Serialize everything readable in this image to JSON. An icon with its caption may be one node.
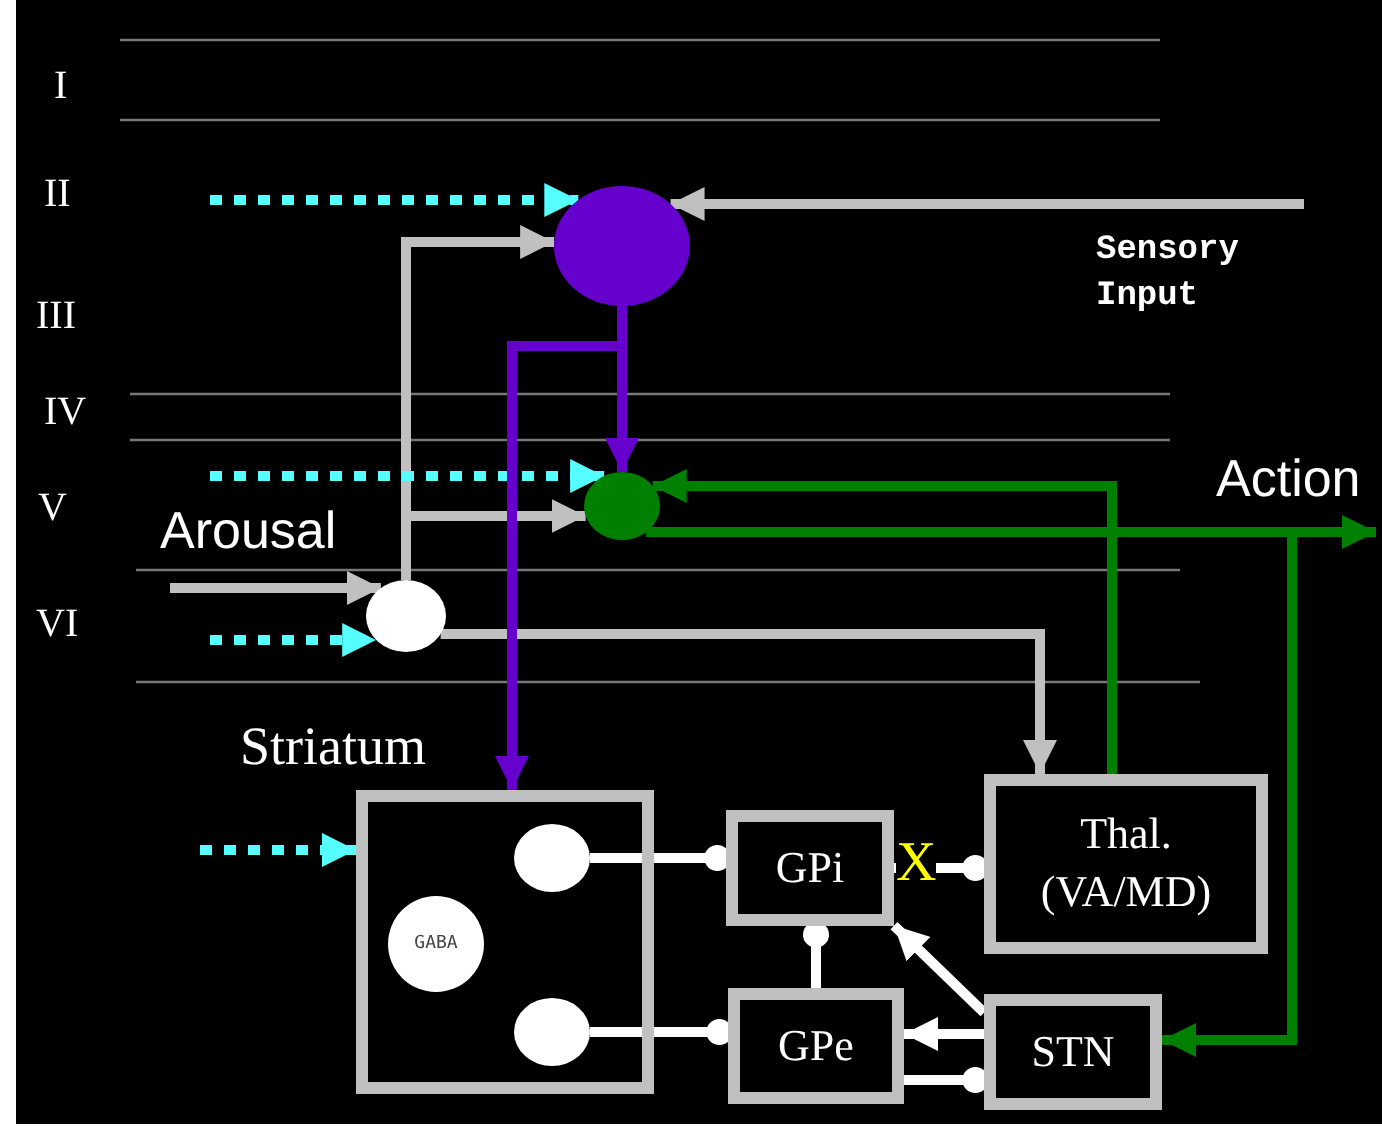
{
  "diagram": {
    "nodes": [
      {
        "text": [],
        "shape": "circle"
      },
      {
        "text": [],
        "shape": "circle"
      },
      {
        "text": [],
        "shape": "circle"
      },
      {
        "text": [
          "Striatum"
        ]
      },
      {
        "text": [],
        "shape": "circle",
        "in": 3
      },
      {
        "text": [
          "GABA"
        ],
        "in": 3
      },
      {
        "text": [],
        "shape": "circle",
        "in": 3
      },
      {
        "text": [
          "GPi"
        ]
      },
      {
        "text": [
          "GPe"
        ]
      },
      {
        "text": [
          "Thal. (VA/MD)"
        ]
      },
      {
        "text": [
          "STN"
        ]
      }
    ],
    "edges": [
      {
        "from": null,
        "to": 0,
        "arrow": "to",
        "style": "dashed",
        "color": "#55ffff"
      },
      {
        "from": null,
        "to": 0,
        "arrow": "to",
        "label": "Sensory Input",
        "color": "#c0c0c0"
      },
      {
        "from": 2,
        "to": 0,
        "arrow": "to",
        "color": "#c0c0c0"
      },
      {
        "from": 2,
        "to": 1,
        "arrow": "to",
        "color": "#c0c0c0"
      },
      {
        "from": 2,
        "to": 9,
        "arrow": "to",
        "color": "#c0c0c0"
      },
      {
        "from": null,
        "to": 2,
        "arrow": "to",
        "label": "Arousal",
        "color": "#c0c0c0"
      },
      {
        "from": null,
        "to": 1,
        "arrow": "to",
        "style": "dashed",
        "color": "#55ffff"
      },
      {
        "from": null,
        "to": 2,
        "arrow": "to",
        "style": "dashed",
        "color": "#55ffff"
      },
      {
        "from": null,
        "to": 3,
        "arrow": "to",
        "style": "dashed",
        "color": "#55ffff"
      },
      {
        "from": 0,
        "to": 1,
        "arrow": "to",
        "color": "#6600cc"
      },
      {
        "from": 0,
        "to": 3,
        "arrow": "to",
        "color": "#6600cc"
      },
      {
        "from": 9,
        "to": 1,
        "arrow": "to",
        "color": "#008000"
      },
      {
        "from": 1,
        "to": null,
        "arrow": "to",
        "label": "Action",
        "color": "#008000"
      },
      {
        "from": 1,
        "to": 10,
        "arrow": "to",
        "color": "#008000"
      },
      {
        "from": 4,
        "to": 7,
        "arrow": "other"
      },
      {
        "from": 6,
        "to": 8,
        "arrow": "other"
      },
      {
        "from": 8,
        "to": 7,
        "arrow": "other"
      },
      {
        "from": 7,
        "to": 9,
        "arrow": "other"
      },
      {
        "from": 10,
        "to": 7,
        "arrow": "to"
      },
      {
        "from": 10,
        "to": 8,
        "arrow": "to"
      },
      {
        "from": 8,
        "to": 10,
        "arrow": "other"
      }
    ],
    "labels": [
      "I",
      "II",
      "III",
      "IV",
      "V",
      "VI",
      "X"
    ]
  }
}
